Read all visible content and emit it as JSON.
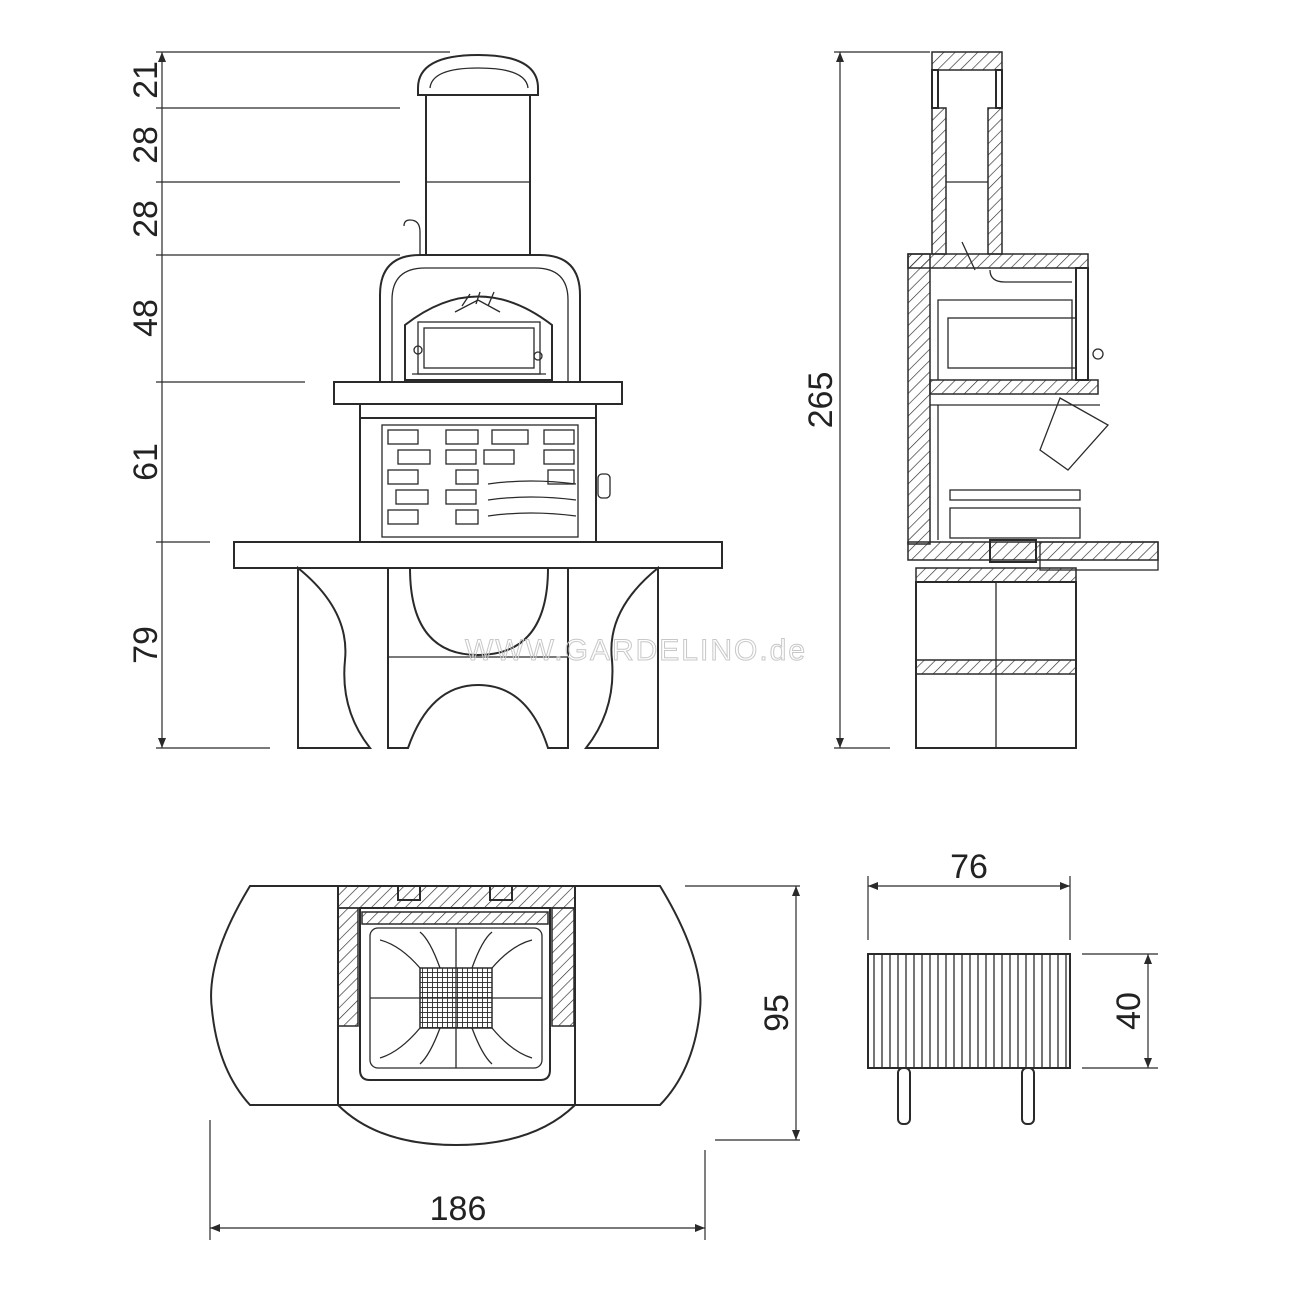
{
  "front_view": {
    "dimensions": [
      "21",
      "28",
      "28",
      "48",
      "61",
      "79"
    ]
  },
  "side_view": {
    "total_height": "265"
  },
  "top_view": {
    "width": "186",
    "depth": "95"
  },
  "grate_view": {
    "width": "76",
    "depth": "40"
  },
  "watermark": "WWW.GARDELINO.de"
}
